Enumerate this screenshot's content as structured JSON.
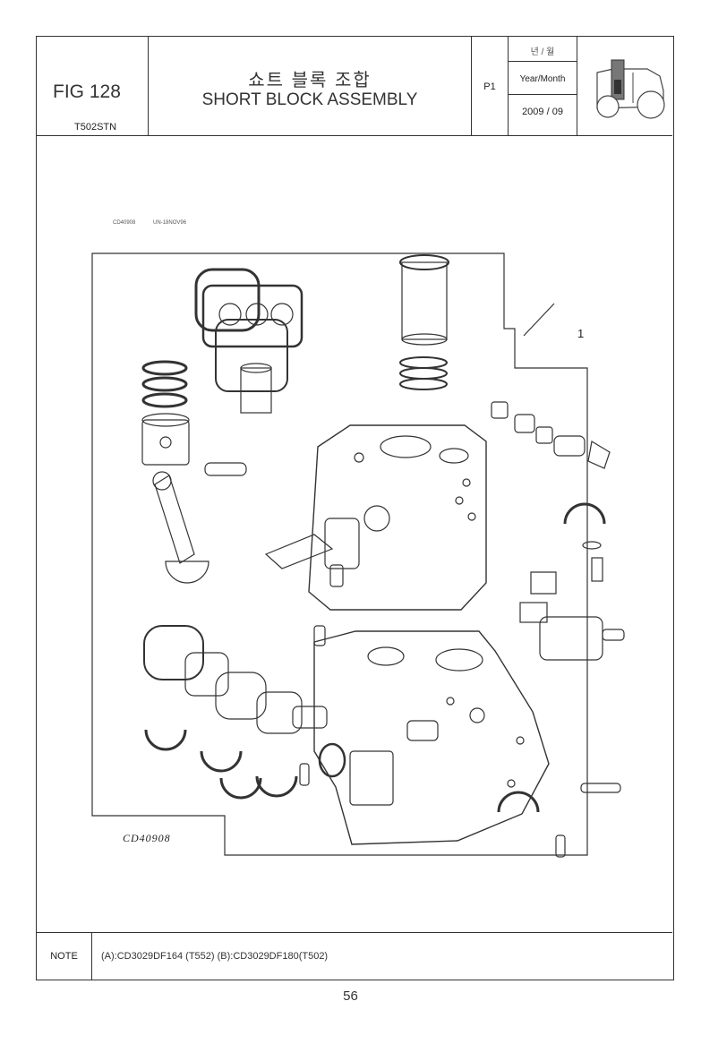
{
  "header": {
    "fig_number": "FIG 128",
    "model": "T502STN",
    "title_korean": "쇼트 블록 조합",
    "title_english": "SHORT BLOCK ASSEMBLY",
    "page_code": "P1",
    "date_label_korean": "년 / 월",
    "date_label": "Year/Month",
    "date_value": "2009 / 09"
  },
  "diagram": {
    "ref_code_left": "CD40908",
    "ref_code_right": "UN-18NOV96",
    "callout_number": "1",
    "caption": "CD40908"
  },
  "note": {
    "label": "NOTE",
    "text": "(A):CD3029DF164 (T552)  (B):CD3029DF180(T502)"
  },
  "page_number": "56"
}
